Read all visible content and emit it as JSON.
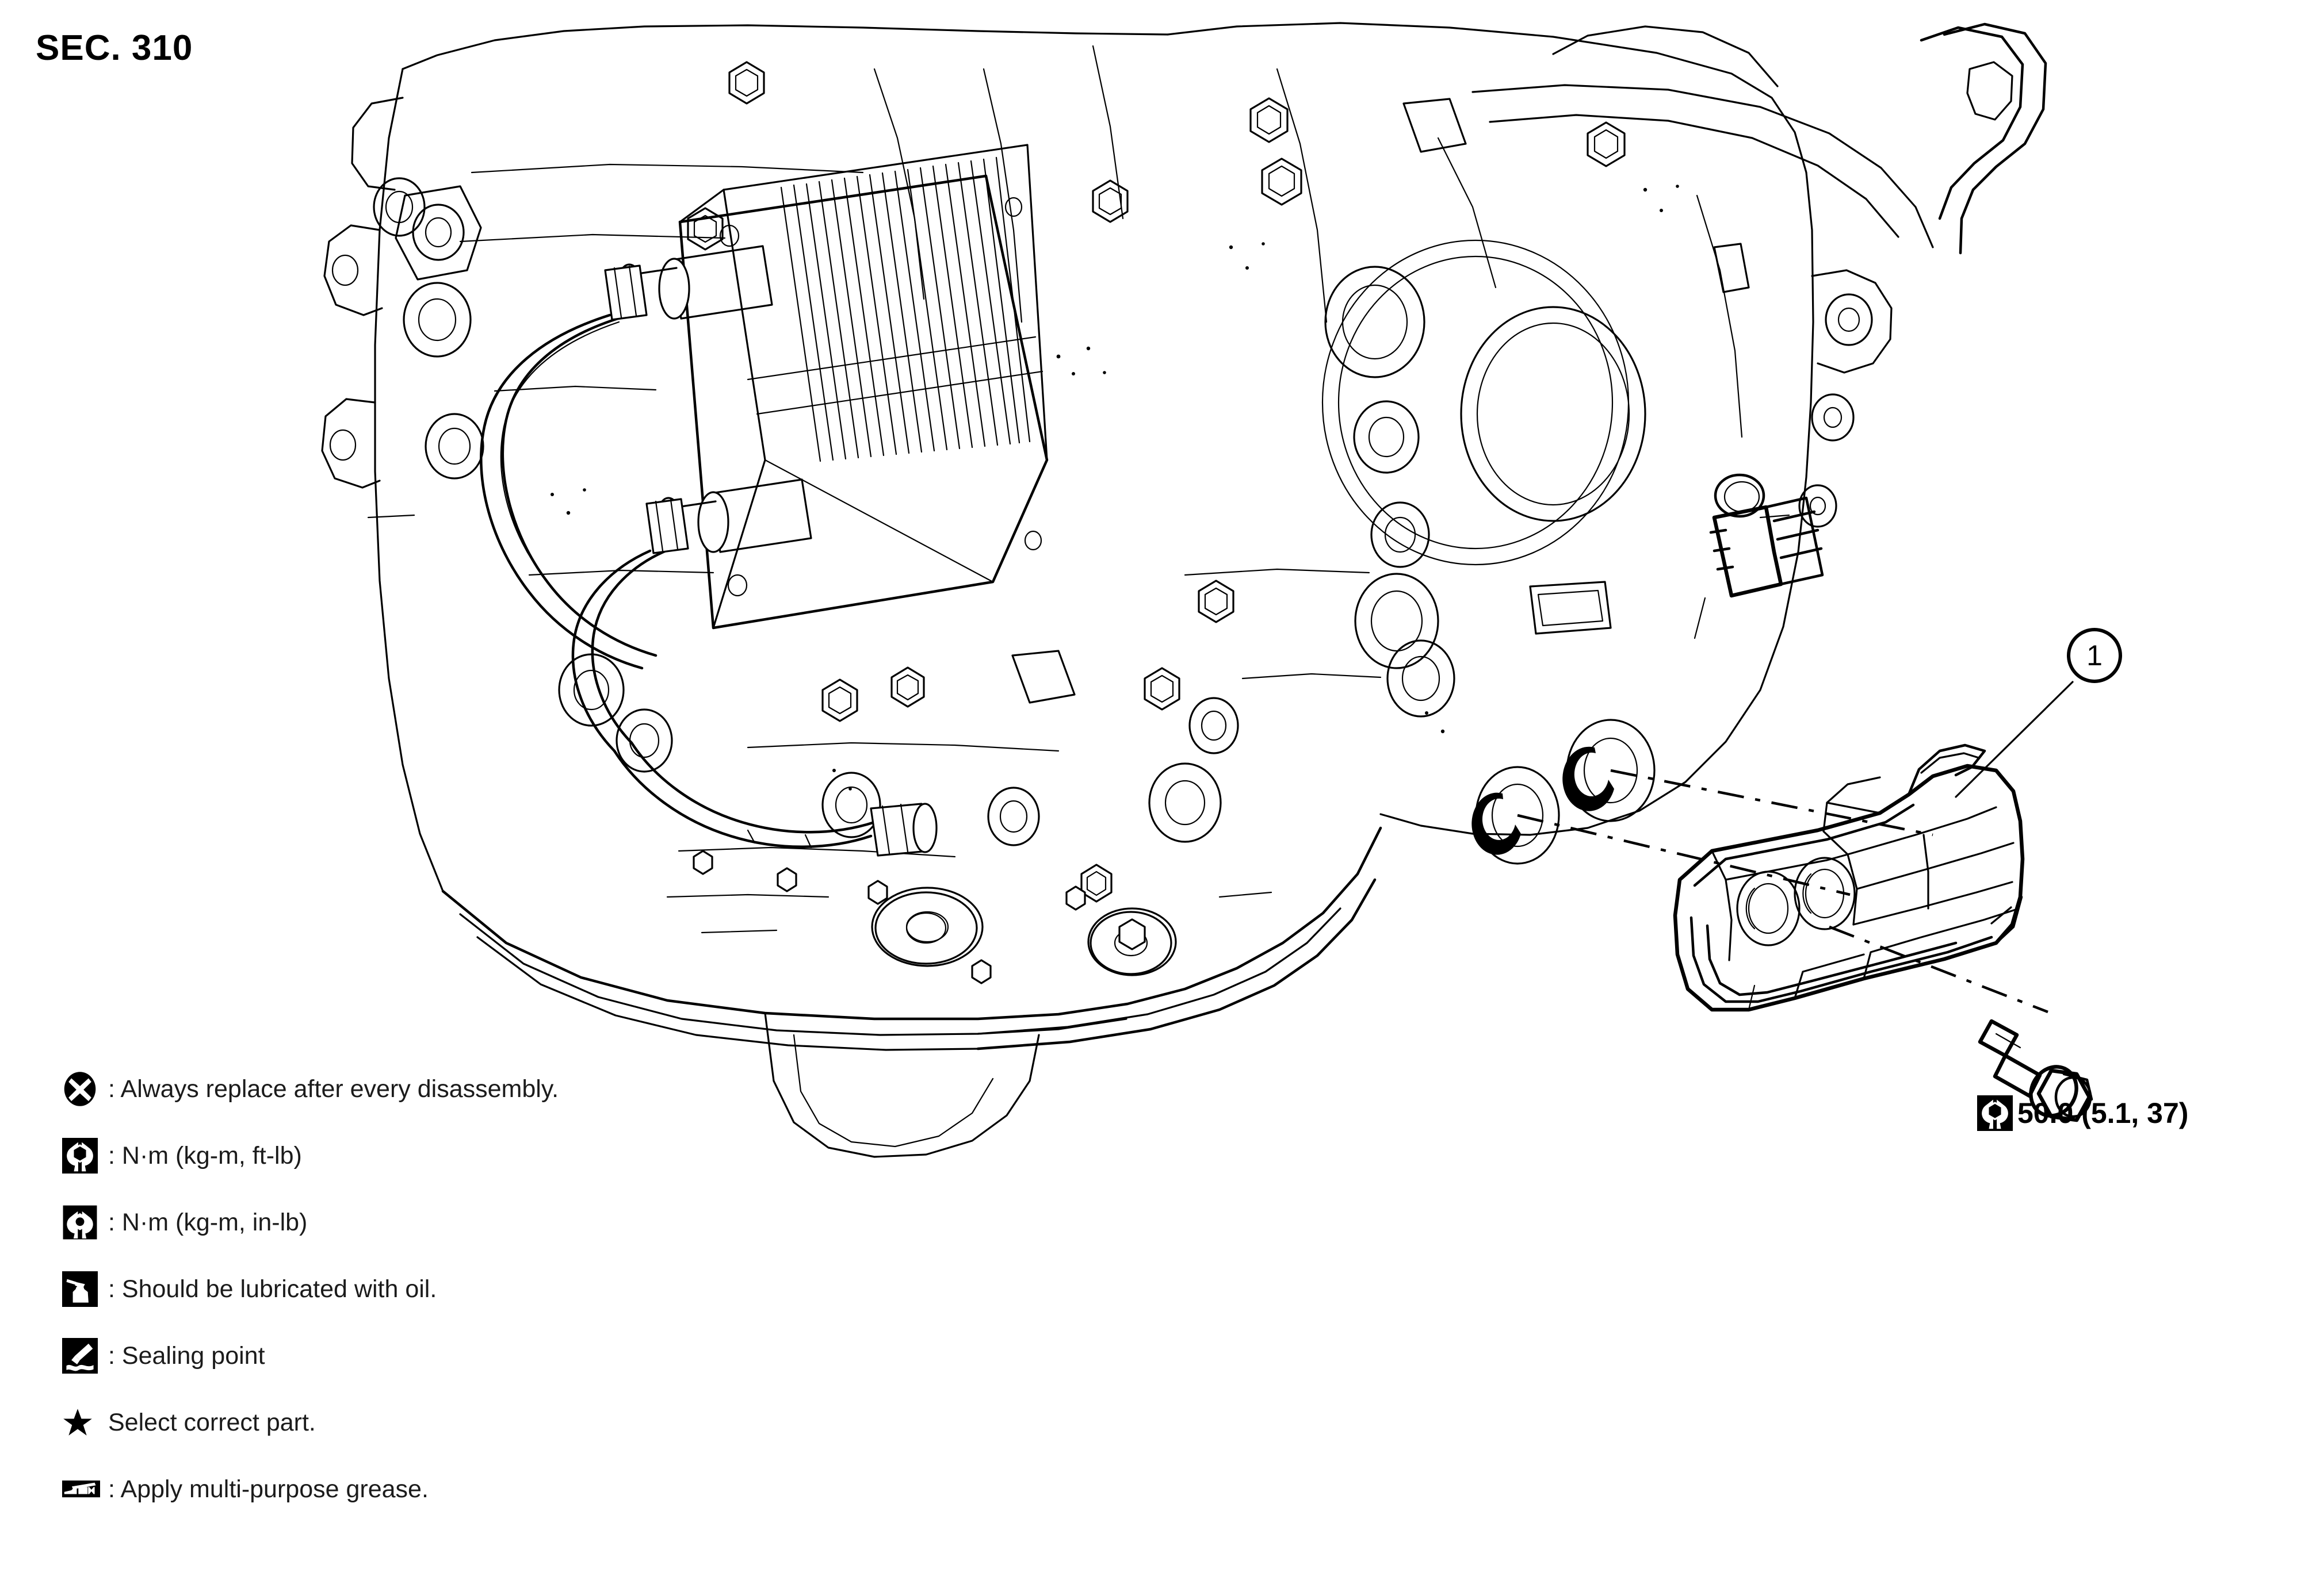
{
  "document": {
    "section_label": "SEC. 310",
    "type": "exploded-parts-diagram",
    "subject": "Transmission / engine rear mount bracket installation"
  },
  "callouts": [
    {
      "id": "1",
      "label": "1",
      "part": "engine-mount-bracket",
      "shape": "circle"
    }
  ],
  "torque": {
    "icon": "torque-wrench-ft-lb-icon",
    "value": "50.0 (5.1, 37)",
    "unit_note": "N·m (kg-m, ft-lb)"
  },
  "legend": {
    "items": [
      {
        "icon": "always-replace-icon",
        "text": ": Always replace after every disassembly."
      },
      {
        "icon": "torque-wrench-ft-lb-icon",
        "text": ": N·m (kg-m, ft-lb)"
      },
      {
        "icon": "torque-wrench-in-lb-icon",
        "text": ": N·m (kg-m, in-lb)"
      },
      {
        "icon": "oil-can-icon",
        "text": ": Should be lubricated with oil."
      },
      {
        "icon": "sealing-point-icon",
        "text": ": Sealing point"
      },
      {
        "icon": "star-icon",
        "text": "Select correct part."
      },
      {
        "icon": "grease-gun-icon",
        "text": ": Apply multi-purpose grease."
      }
    ]
  },
  "colors": {
    "line": "#000000",
    "background": "#ffffff",
    "text": "#1b1b1b"
  }
}
